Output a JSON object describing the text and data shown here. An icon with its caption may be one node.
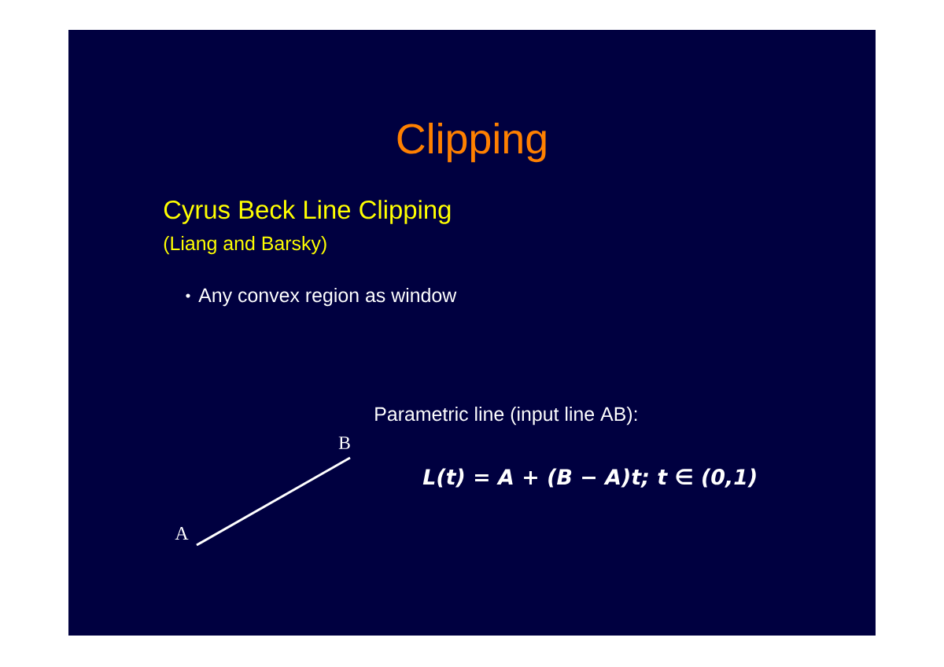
{
  "diagram": {
    "title": "Clipping",
    "nodes": [
      {
        "text": [
          "A"
        ]
      },
      {
        "text": [
          "B"
        ]
      }
    ],
    "edges": [
      {
        "from": 0,
        "to": 1,
        "arrow": "none"
      }
    ],
    "labels": [
      "Cyrus Beck Line Clipping",
      "(Liang and Barsky)",
      "Any convex region as window",
      "Parametric line (input line AB):",
      "L(t) = A + (B − A)t; t ∈ (0,1)"
    ]
  }
}
